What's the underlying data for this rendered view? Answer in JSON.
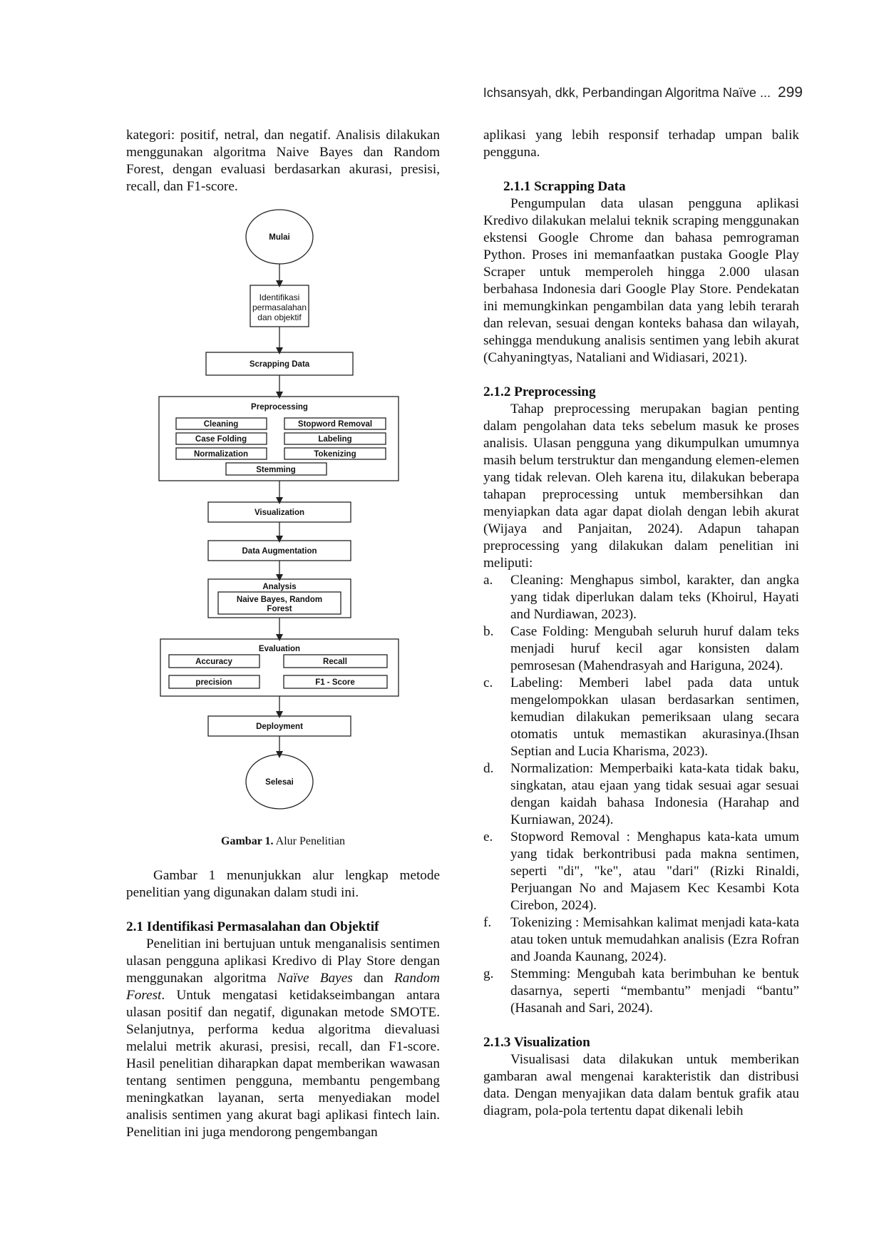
{
  "header": {
    "running_title": "Ichsansyah, dkk, Perbandingan Algoritma Naïve ...",
    "page_number": "299"
  },
  "left": {
    "intro": "kategori: positif, netral, dan negatif. Analisis dilakukan menggunakan algoritma Naive Bayes dan Random Forest, dengan evaluasi berdasarkan akurasi, presisi, recall, dan F1-score.",
    "flowchart": {
      "start": "Mulai",
      "identify": [
        "Identifikasi",
        "permasalahan",
        "dan objektif"
      ],
      "scrapping": "Scrapping Data",
      "preprocessing": {
        "title": "Preprocessing",
        "cleaning": "Cleaning",
        "stopword": "Stopword Removal",
        "casefolding": "Case Folding",
        "labeling": "Labeling",
        "normalization": "Normalization",
        "tokenizing": "Tokenizing",
        "stemming": "Stemming"
      },
      "visualization": "Visualization",
      "augmentation": "Data Augmentation",
      "analysis": {
        "title": "Analysis",
        "algo_line1": "Naive Bayes, Random",
        "algo_line2": "Forest"
      },
      "evaluation": {
        "title": "Evaluation",
        "accuracy": "Accuracy",
        "recall": "Recall",
        "precision": "precision",
        "f1": "F1 - Score"
      },
      "deployment": "Deployment",
      "end": "Selesai"
    },
    "caption": {
      "label": "Gambar 1.",
      "text": " Alur Penelitian"
    },
    "fig_ref": "Gambar 1 menunjukkan alur lengkap metode penelitian yang digunakan dalam studi ini.",
    "sec21_title": "2.1 Identifikasi Permasalahan dan Objektif",
    "sec21_a": "Penelitian ini bertujuan untuk menganalisis sentimen ulasan pengguna aplikasi Kredivo di Play Store dengan menggunakan algoritma ",
    "sec21_nb": "Naïve Bayes",
    "sec21_b": " dan ",
    "sec21_rf": "Random Forest",
    "sec21_c": ". Untuk mengatasi ketidakseimbangan antara ulasan positif dan negatif, digunakan metode SMOTE. Selanjutnya, performa kedua algoritma dievaluasi melalui metrik akurasi, presisi, recall, dan F1-score. Hasil penelitian diharapkan dapat memberikan wawasan tentang sentimen pengguna, membantu pengembang meningkatkan layanan, serta menyediakan model analisis sentimen yang akurat bagi aplikasi fintech lain. Penelitian ini juga mendorong pengembangan"
  },
  "right": {
    "cont": "aplikasi yang lebih responsif terhadap umpan balik pengguna.",
    "s211_title": "2.1.1 Scrapping Data",
    "s211_text": "Pengumpulan data ulasan pengguna aplikasi Kredivo dilakukan melalui teknik scraping menggunakan ekstensi Google Chrome dan bahasa pemrograman Python. Proses ini memanfaatkan pustaka Google Play Scraper untuk memperoleh hingga 2.000 ulasan berbahasa Indonesia dari Google Play Store. Pendekatan ini memungkinkan pengambilan data yang lebih terarah dan relevan, sesuai dengan konteks bahasa dan wilayah, sehingga mendukung analisis sentimen yang lebih akurat (Cahyaningtyas, Nataliani and Widiasari, 2021).",
    "s212_title": "2.1.2 Preprocessing",
    "s212_text": "Tahap preprocessing merupakan bagian penting dalam pengolahan data teks sebelum masuk ke proses analisis. Ulasan pengguna yang dikumpulkan umumnya masih belum terstruktur dan mengandung elemen-elemen yang tidak relevan. Oleh karena itu, dilakukan beberapa tahapan preprocessing untuk membersihkan dan menyiapkan data agar dapat diolah dengan lebih akurat (Wijaya and Panjaitan, 2024). Adapun tahapan preprocessing yang dilakukan dalam penelitian ini meliputi:",
    "items": [
      {
        "label": "a.",
        "text": "Cleaning: Menghapus simbol, karakter, dan angka yang tidak diperlukan dalam teks (Khoirul, Hayati and Nurdiawan, 2023)."
      },
      {
        "label": "b.",
        "text": "Case Folding: Mengubah seluruh huruf dalam teks menjadi huruf kecil agar konsisten dalam pemrosesan (Mahendrasyah and Hariguna, 2024)."
      },
      {
        "label": "c.",
        "text": "Labeling: Memberi label pada data untuk mengelompokkan ulasan berdasarkan sentimen, kemudian dilakukan pemeriksaan ulang secara otomatis untuk memastikan akurasinya.(Ihsan Septian and Lucia Kharisma, 2023)."
      },
      {
        "label": "d.",
        "text": "Normalization: Memperbaiki kata-kata tidak baku, singkatan, atau ejaan yang tidak sesuai agar sesuai dengan kaidah bahasa Indonesia (Harahap and Kurniawan, 2024)."
      },
      {
        "label": "e.",
        "text": "Stopword Removal : Menghapus kata-kata umum yang tidak berkontribusi pada makna sentimen, seperti \"di\", \"ke\", atau \"dari\" (Rizki Rinaldi, Perjuangan No and Majasem Kec Kesambi Kota Cirebon, 2024)."
      },
      {
        "label": "f.",
        "text": "Tokenizing : Memisahkan kalimat menjadi kata-kata atau token untuk memudahkan analisis (Ezra Rofran and Joanda Kaunang, 2024)."
      },
      {
        "label": "g.",
        "text": "Stemming: Mengubah kata berimbuhan ke bentuk dasarnya, seperti “membantu” menjadi “bantu” (Hasanah and Sari, 2024)."
      }
    ],
    "s213_title": "2.1.3 Visualization",
    "s213_text": "Visualisasi data dilakukan untuk memberikan gambaran awal mengenai karakteristik dan distribusi data. Dengan menyajikan data dalam bentuk grafik atau diagram, pola-pola tertentu dapat dikenali lebih"
  }
}
